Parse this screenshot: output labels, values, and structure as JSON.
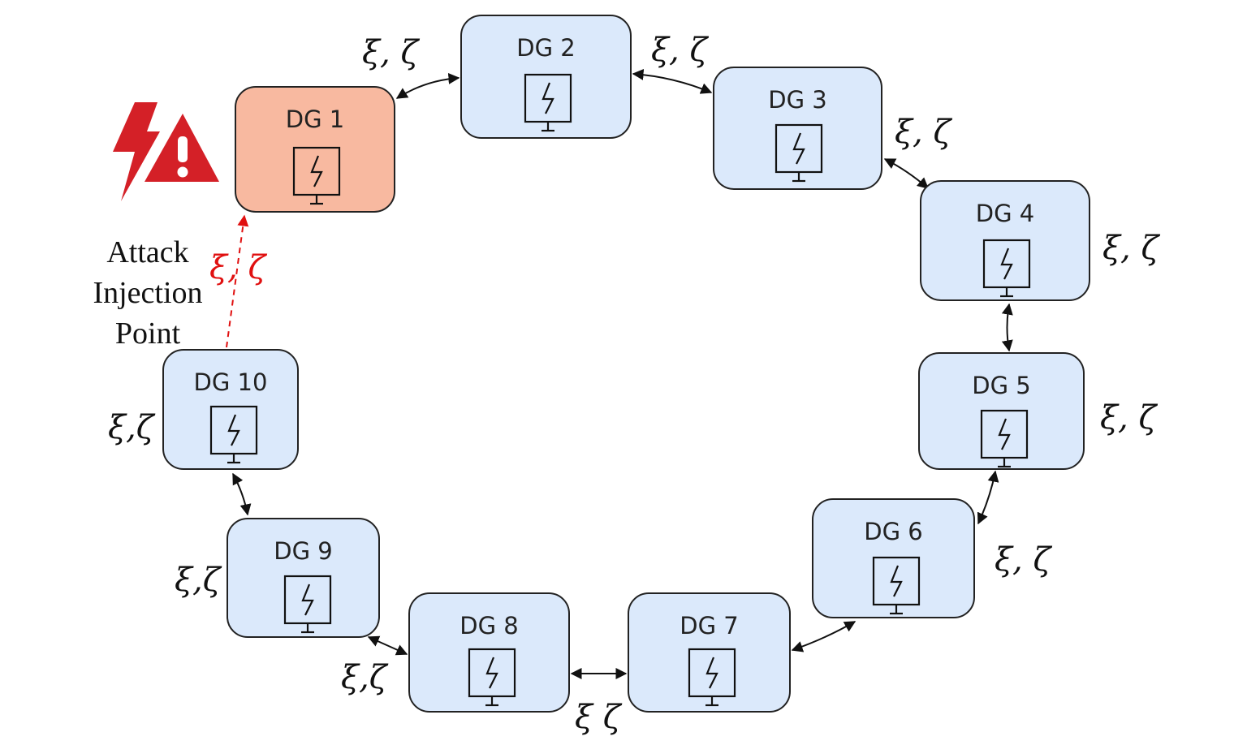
{
  "nodes": [
    {
      "label": "DG 1",
      "state": "attacked"
    },
    {
      "label": "DG 2",
      "state": "normal"
    },
    {
      "label": "DG 3",
      "state": "normal"
    },
    {
      "label": "DG 4",
      "state": "normal"
    },
    {
      "label": "DG 5",
      "state": "normal"
    },
    {
      "label": "DG 6",
      "state": "normal"
    },
    {
      "label": "DG 7",
      "state": "normal"
    },
    {
      "label": "DG 8",
      "state": "normal"
    },
    {
      "label": "DG 9",
      "state": "normal"
    },
    {
      "label": "DG 10",
      "state": "normal"
    }
  ],
  "edges": [
    {
      "from": "DG 1",
      "to": "DG 2",
      "label": "ξ, ζ"
    },
    {
      "from": "DG 2",
      "to": "DG 3",
      "label": "ξ, ζ"
    },
    {
      "from": "DG 3",
      "to": "DG 4",
      "label": "ξ, ζ"
    },
    {
      "from": "DG 4",
      "to": "DG 5",
      "label": "ξ, ζ"
    },
    {
      "from": "DG 5",
      "to": "DG 6",
      "label": "ξ, ζ"
    },
    {
      "from": "DG 6",
      "to": "DG 7",
      "label": "ξ, ζ"
    },
    {
      "from": "DG 7",
      "to": "DG 8",
      "label": "ξ ζ"
    },
    {
      "from": "DG 8",
      "to": "DG 9",
      "label": "ξ,ζ"
    },
    {
      "from": "DG 9",
      "to": "DG 10",
      "label": "ξ,ζ"
    },
    {
      "from": "DG 10",
      "to": "DG 1",
      "label": "ξ,ζ"
    }
  ],
  "attack": {
    "label_lines": [
      "Attack",
      "Injection",
      "Point"
    ],
    "edge_label": "ξ, ζ",
    "target": "DG 1",
    "color": "#e01010",
    "icon": "attack-lightning-warning-icon"
  },
  "colors": {
    "node_fill": "#dbe9fb",
    "attacked_node_fill": "#f8b9a0",
    "attack_icon": "#d42027"
  },
  "node_icon": "computer-lightning-icon"
}
